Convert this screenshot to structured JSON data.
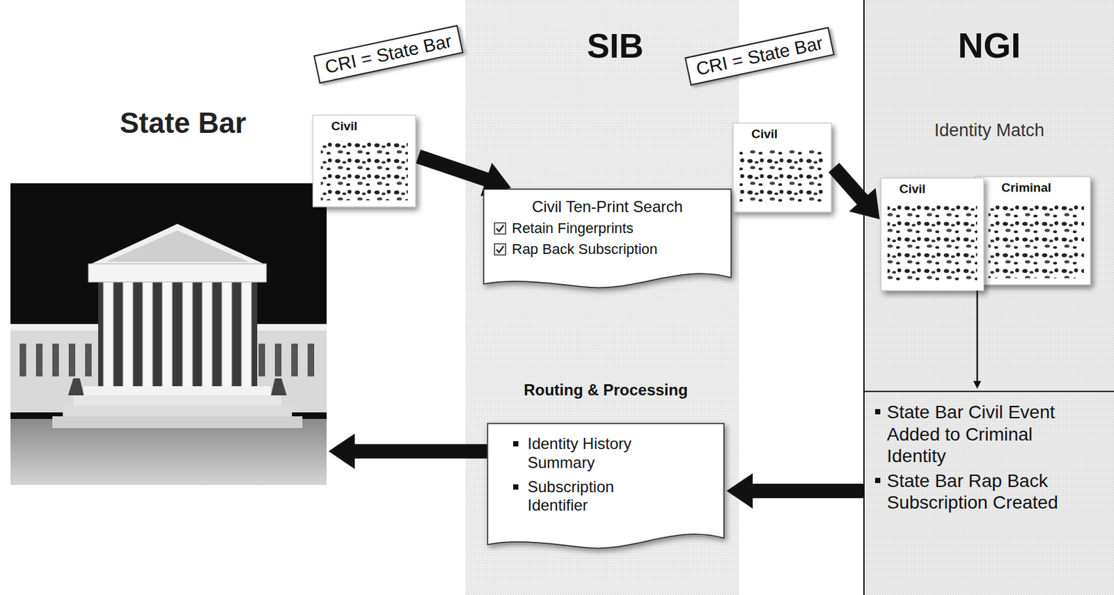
{
  "diagram": {
    "nodes": [
      {
        "text": [
          "State Bar"
        ]
      },
      {
        "text": [
          "SIB"
        ]
      },
      {
        "text": [
          "CRI = State Bar"
        ]
      },
      {
        "text": [
          "Civil"
        ]
      },
      {
        "text": [
          "Civil Ten-Print Search",
          "Retain Fingerprints",
          "Rap Back Subscription"
        ],
        "in": 1
      },
      {
        "text": [
          "CRI = State Bar"
        ]
      },
      {
        "text": [
          "Civil"
        ]
      },
      {
        "text": [
          "Routing & Processing",
          "Identity History Summary",
          "Subscription Identifier"
        ],
        "in": 1
      },
      {
        "text": [
          "NGI",
          "Identity Match"
        ]
      },
      {
        "text": [
          "Civil"
        ],
        "in": 8
      },
      {
        "text": [
          "Criminal"
        ],
        "in": 8
      },
      {
        "text": [
          "State Bar Civil Event Added to Criminal Identity",
          "State Bar Rap Back Subscription Created"
        ],
        "in": 8
      }
    ],
    "edges": [
      {
        "from": 3,
        "to": 4,
        "arrow": "to"
      },
      {
        "from": 6,
        "to": 9,
        "arrow": "to"
      },
      {
        "from": 11,
        "to": 7,
        "arrow": "to"
      },
      {
        "from": 7,
        "to": 0,
        "arrow": "to"
      },
      {
        "from": 9,
        "to": 11,
        "arrow": "to"
      }
    ]
  }
}
